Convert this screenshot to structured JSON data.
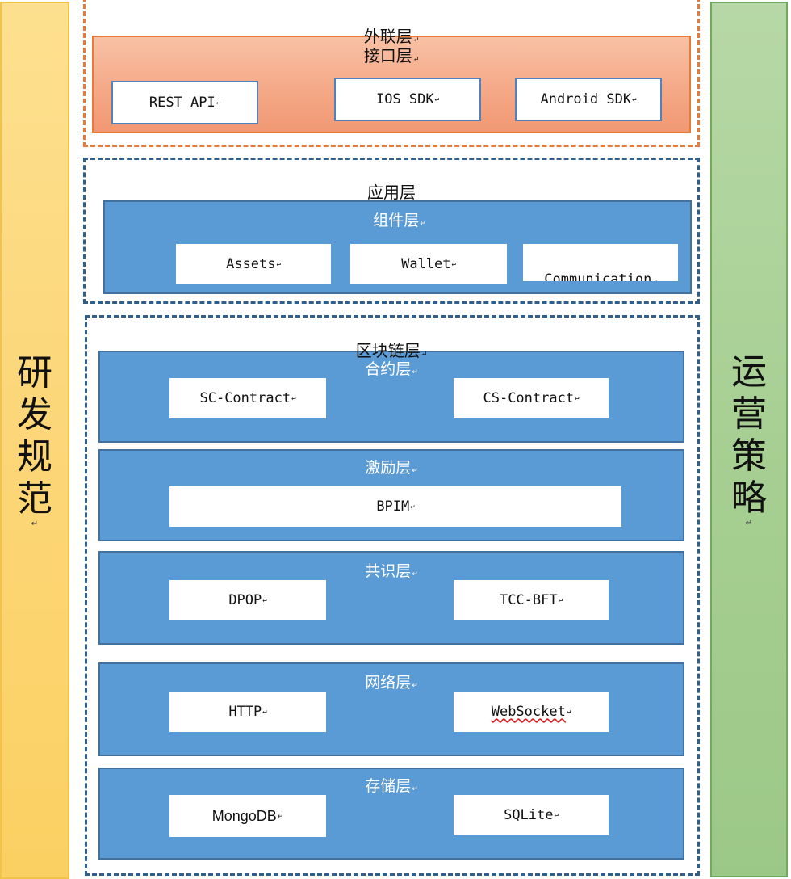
{
  "left_pillar": {
    "chars": [
      "研",
      "发",
      "规",
      "范"
    ],
    "mark": "↵"
  },
  "right_pillar": {
    "chars": [
      "运",
      "营",
      "策",
      "略"
    ],
    "mark": "↵"
  },
  "external_layer": {
    "title": "外联层",
    "interface": {
      "title": "接口层",
      "items": [
        "REST API",
        "IOS SDK",
        "Android SDK"
      ]
    }
  },
  "application_layer": {
    "title": "应用层",
    "component": {
      "title": "组件层",
      "items": [
        "Assets",
        "Wallet",
        "Communication"
      ]
    }
  },
  "blockchain_layer": {
    "title": "区块链层",
    "contract": {
      "title": "合约层",
      "items": [
        "SC-Contract",
        "CS-Contract"
      ]
    },
    "incentive": {
      "title": "激励层",
      "items": [
        "BPIM"
      ]
    },
    "consensus": {
      "title": "共识层",
      "items": [
        "DPOP",
        "TCC-BFT"
      ]
    },
    "network": {
      "title": "网络层",
      "items": [
        "HTTP",
        "WebSocket"
      ]
    },
    "storage": {
      "title": "存储层",
      "items": [
        "MongoDB",
        "SQLite"
      ]
    }
  },
  "colors": {
    "left_pillar": "#fcd77a",
    "right_pillar": "#a7cf93",
    "orange_band": "#f4a988",
    "orange_dash": "#e97a35",
    "blue_band": "#5b9bd5",
    "blue_dash": "#2e5f8e",
    "node_fill": "#ffffff"
  }
}
